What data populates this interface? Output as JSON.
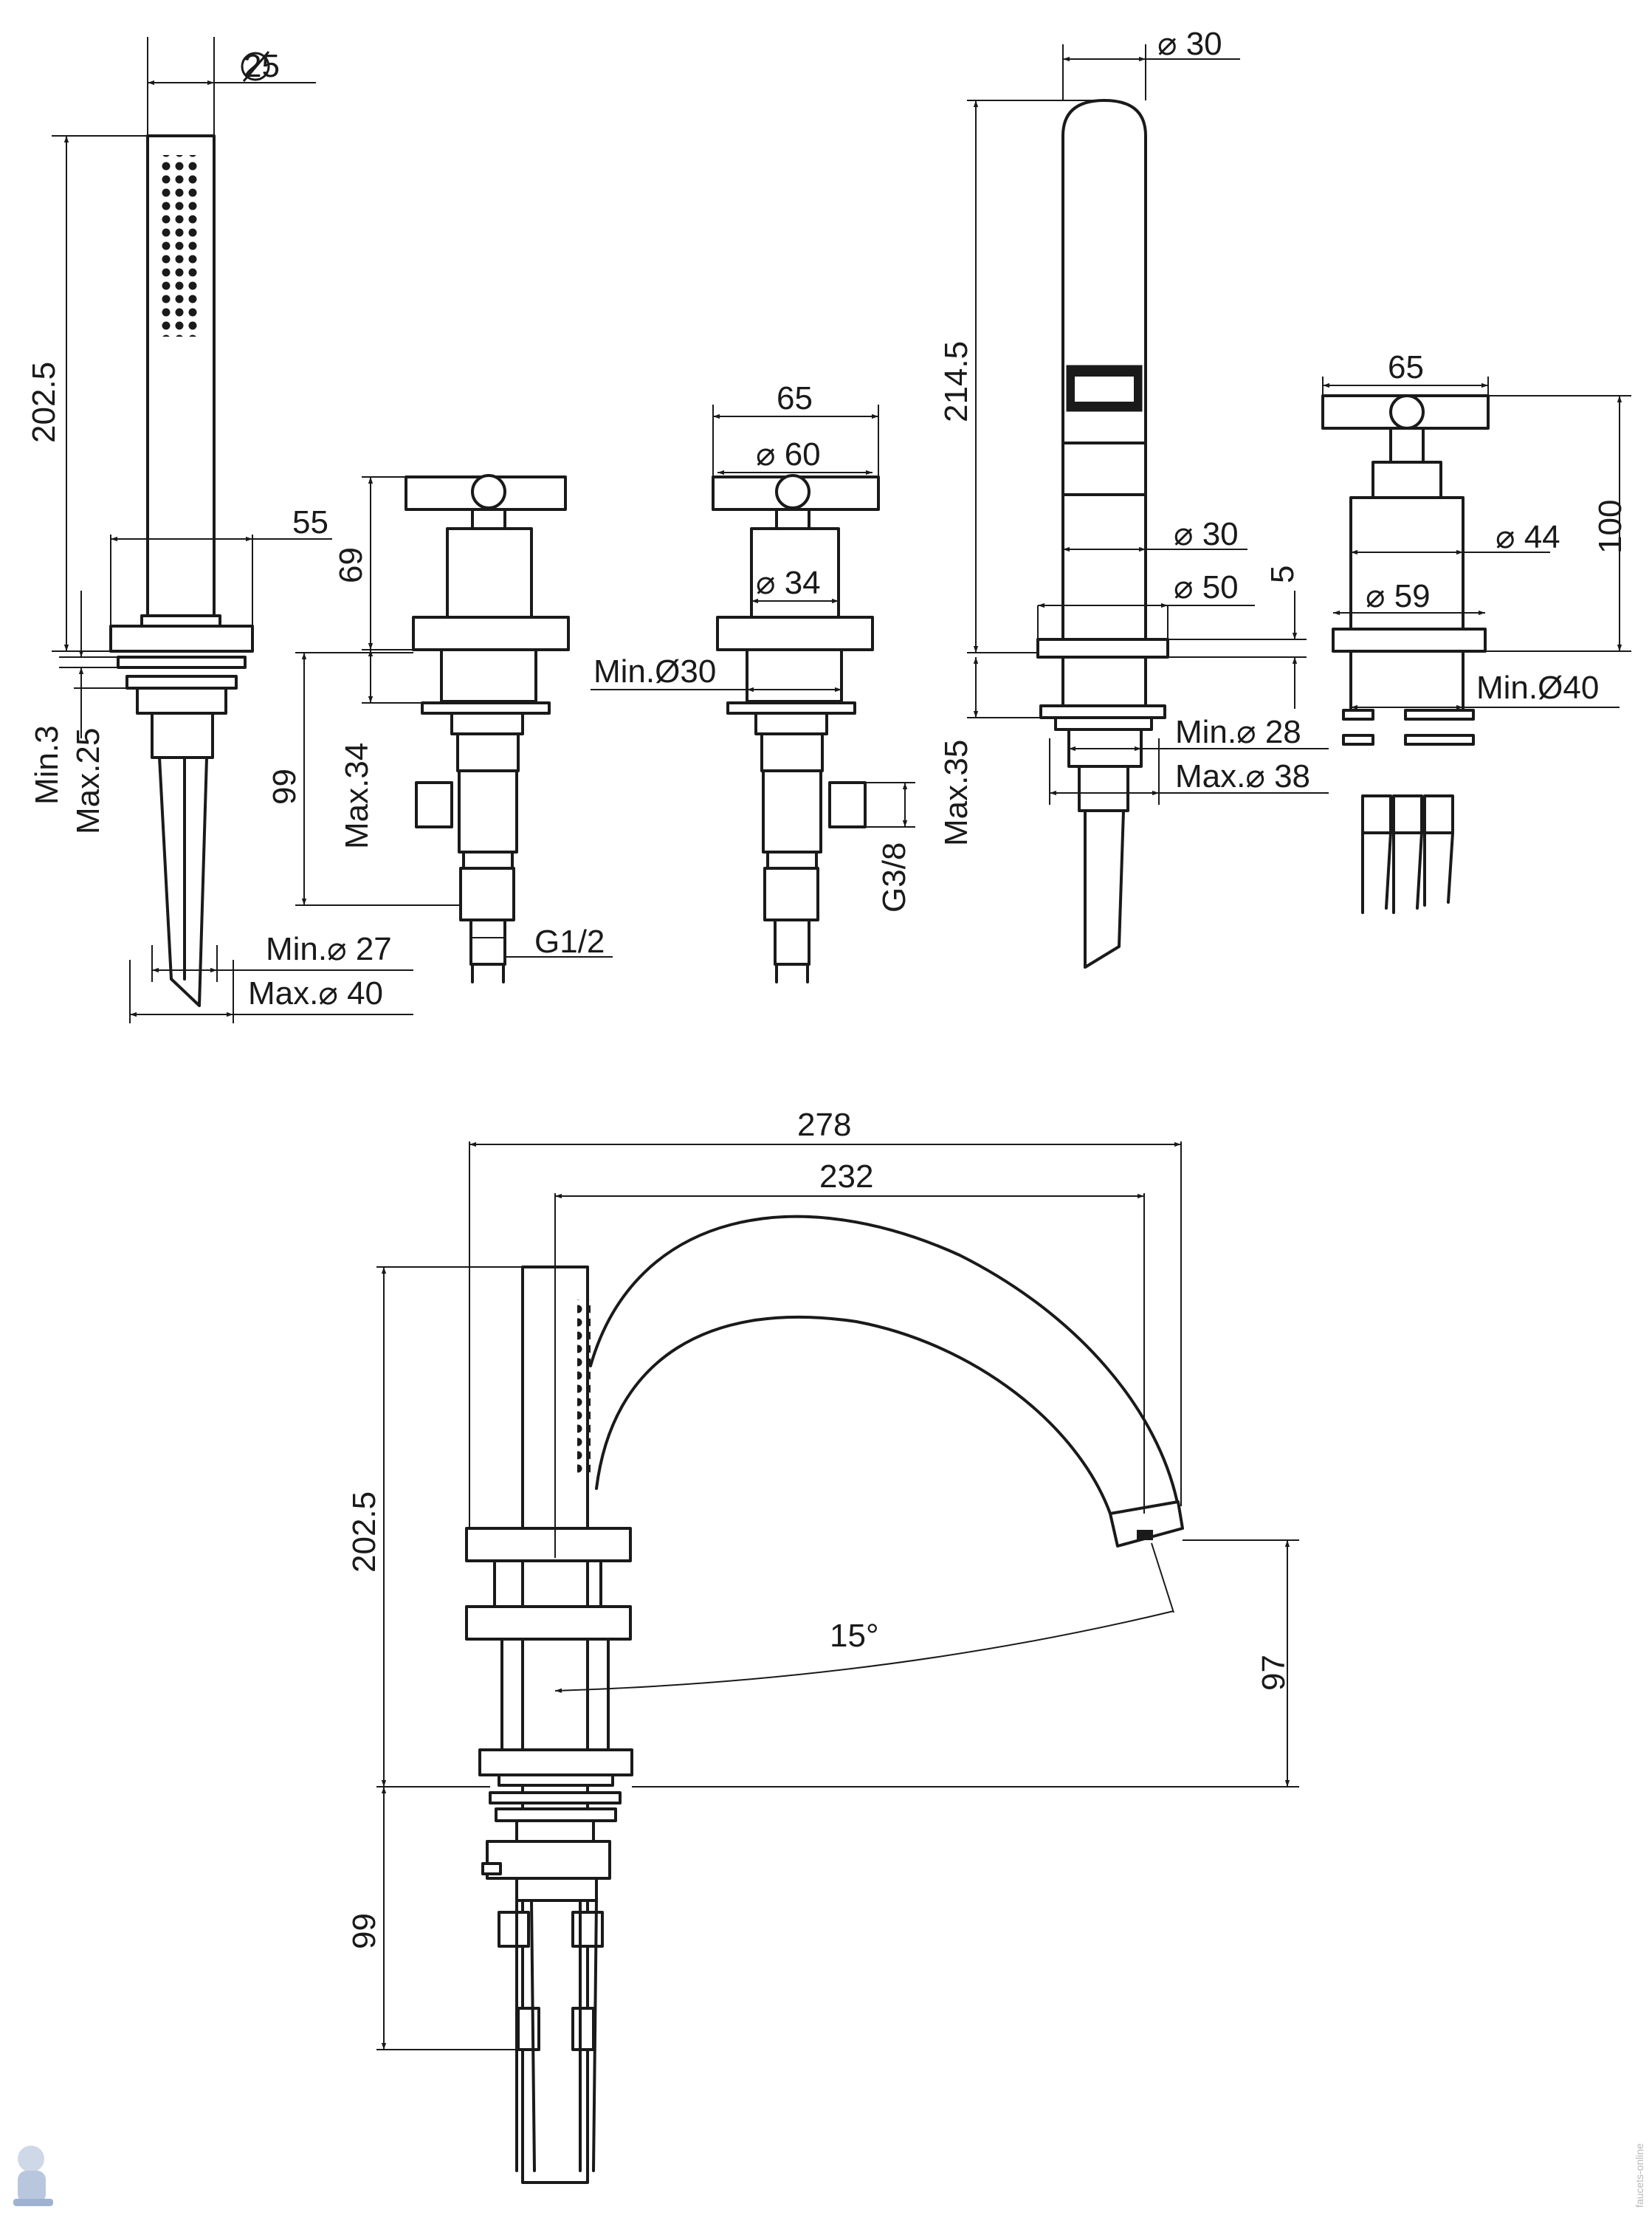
{
  "dimensions": {
    "hand_shower": {
      "dia_top": "25",
      "height": "202.5",
      "dia_base": "55",
      "min_thk": "Min.3",
      "max_thk": "Max.25",
      "min_hole": "Min.⌀ 27",
      "max_hole": "Max.⌀ 40"
    },
    "valve_left": {
      "height_top": "69",
      "height_below": "99",
      "max_thk": "Max.34",
      "thread": "G1/2"
    },
    "valve_mid": {
      "width": "65",
      "dia_rosette": "⌀ 60",
      "dia_body": "⌀ 34",
      "min_hole": "Min.Ø30",
      "thread": "G3/8"
    },
    "spout": {
      "dia_top": "⌀ 30",
      "height": "214.5",
      "dia_body": "⌀ 30",
      "dia_base": "⌀ 50",
      "base_h": "5",
      "max_thk": "Max.35",
      "min_hole": "Min.⌀ 28",
      "max_hole": "Max.⌀ 38"
    },
    "valve_right": {
      "width": "65",
      "height": "100",
      "dia_body": "⌀ 44",
      "dia_base": "⌀ 59",
      "min_hole": "Min.Ø40"
    },
    "assembly": {
      "reach_total": "278",
      "reach": "232",
      "height": "202.5",
      "rotation": "15°",
      "spout_height": "97",
      "below_deck": "99"
    }
  },
  "colors": {
    "line": "#1a1a1a",
    "background": "#ffffff",
    "stamp": "#b8b8b8"
  },
  "watermark": "faucets-online",
  "icons": {
    "logo": "plumber-mascot-icon"
  }
}
